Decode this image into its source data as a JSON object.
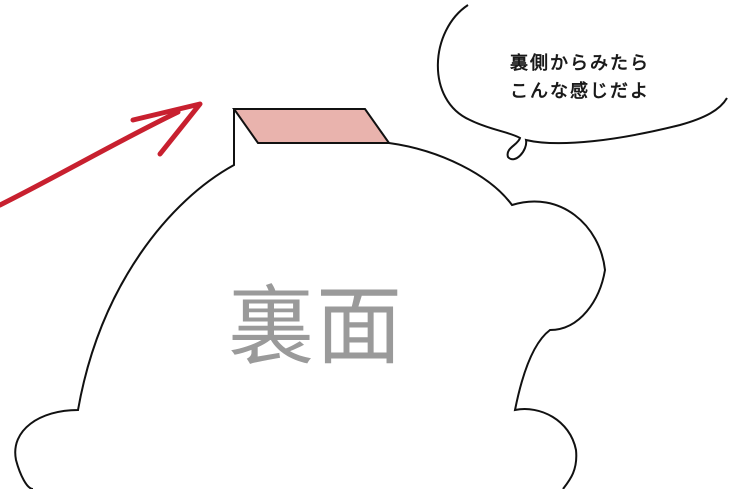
{
  "speech_bubble": {
    "line1": "裏側からみたら",
    "line2": "こんな感じだよ"
  },
  "body_label": "裏面",
  "colors": {
    "arrow": "#c8202f",
    "tab_fill": "#e9b3ad",
    "outline": "#111111",
    "label": "#9a9a9a"
  }
}
